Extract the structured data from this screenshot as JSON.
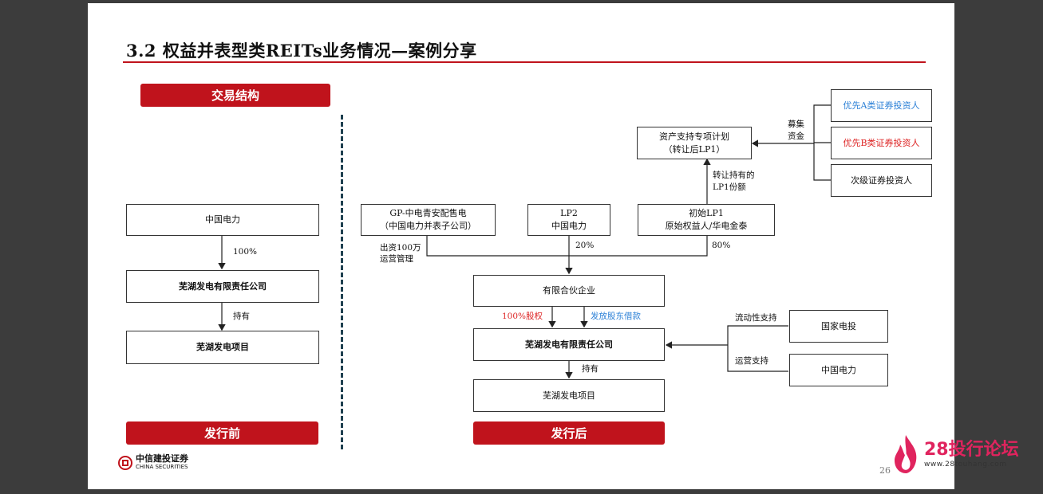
{
  "slide": {
    "title": "3.2 权益并表型类REITs业务情况—案例分享",
    "header_label": "交易结构",
    "before_label": "发行前",
    "after_label": "发行后",
    "page_number": "26"
  },
  "before": {
    "box1": "中国电力",
    "edge1": "100%",
    "box2": "芜湖发电有限责任公司",
    "edge2": "持有",
    "box3": "芜湖发电项目"
  },
  "after": {
    "gp_line1": "GP-中电青安配售电",
    "gp_line2": "（中国电力并表子公司）",
    "gp_note1": "出资100万",
    "gp_note2": "运营管理",
    "lp2_line1": "LP2",
    "lp2_line2": "中国电力",
    "lp2_pct": "20%",
    "lp1_line1": "初始LP1",
    "lp1_line2": "原始权益人/华电金泰",
    "lp1_pct": "80%",
    "abs_line1": "资产支持专项计划",
    "abs_line2": "（转让后LP1）",
    "transfer_line1": "转让持有的",
    "transfer_line2": "LP1份额",
    "raise_line1": "募集",
    "raise_line2": "资金",
    "inv_a": "优先A类证券投资人",
    "inv_b": "优先B类证券投资人",
    "inv_sub": "次级证券投资人",
    "lp_entity": "有限合伙企业",
    "equity_label": "100%股权",
    "loan_label": "发放股东借款",
    "company": "芜湖发电有限责任公司",
    "liquidity_label": "流动性支持",
    "ops_label": "运营支持",
    "guotou": "国家电投",
    "cn_power": "中国电力",
    "hold_label": "持有",
    "project": "芜湖发电项目"
  },
  "footer": {
    "logo_cn": "中信建投证券",
    "logo_en": "CHINA SECURITIES",
    "wm_big": "28投行论坛",
    "wm_small": "www.28touhang.com"
  },
  "colors": {
    "accent": "#c0131c",
    "blue": "#2a7fd6",
    "red": "#d22222"
  }
}
